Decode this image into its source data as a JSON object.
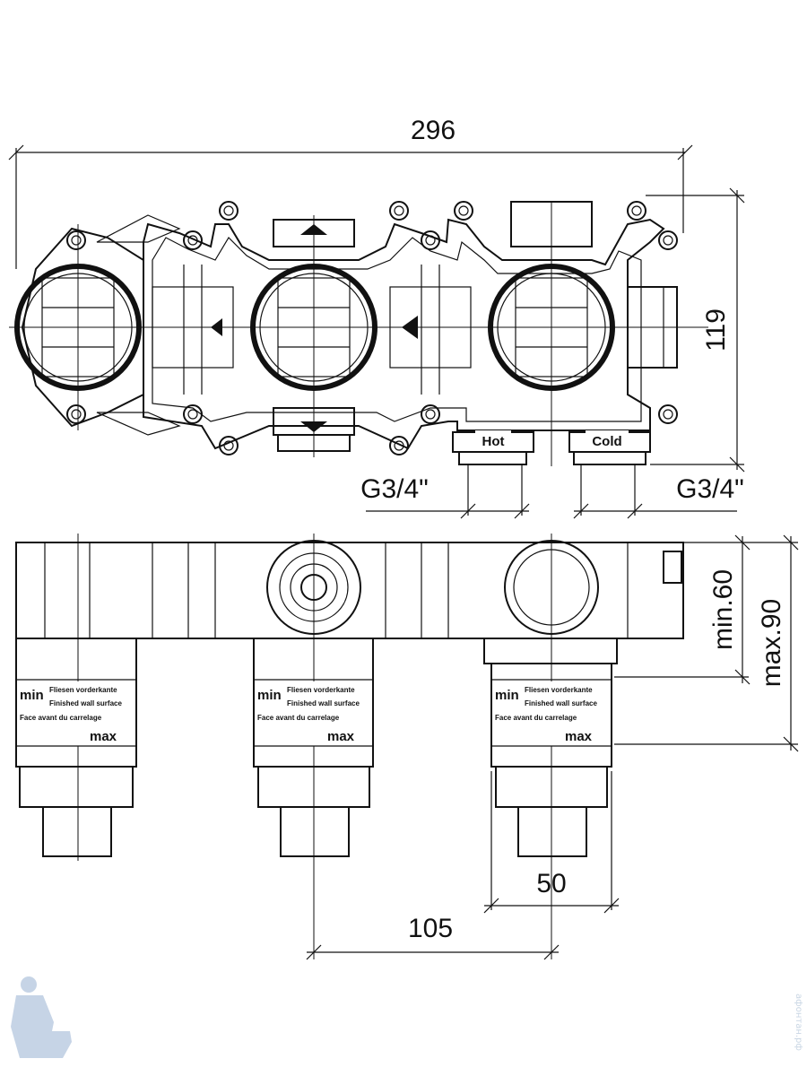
{
  "dimensions": {
    "overall_width": "296",
    "height": "119",
    "inlet_left": "G3/4\"",
    "inlet_right": "G3/4\"",
    "min_depth": "min.60",
    "max_depth": "max.90",
    "cartridge_width": "50",
    "spacing": "105"
  },
  "ports": {
    "hot": "Hot",
    "cold": "Cold"
  },
  "depth_label": {
    "min": "min",
    "max": "max",
    "de": "Fliesen vorderkante",
    "en": "Finished wall surface",
    "fr": "Face avant du carrelage"
  },
  "watermark": "афонтан.рф"
}
